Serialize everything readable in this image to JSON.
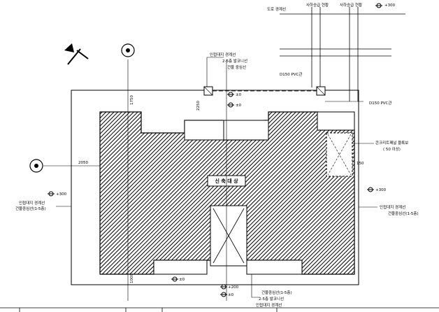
{
  "labels": {
    "top_right_1": "도로 경계선",
    "top_right_2": "사하승급 현황",
    "top_right_3": "사하승급 현황",
    "top_right_level": "+300",
    "boundary_note_1": "인접대지 경계선",
    "boundary_note_2": "2-5층 발코니선",
    "boundary_note_3": "건물 중심선",
    "pipe_label_1": "D150 PVC관",
    "pipe_label_2": "D150 PVC관",
    "level_a": "±0",
    "level_b": "±0",
    "dim_v_top": "1750",
    "dim_v_mid": "2250",
    "dim_h_left": "2050",
    "dim_v_bottom": "1000",
    "dim_right": "150",
    "right_note_1": "콘크리트패널 블록보",
    "right_note_2": "( 50 이상)",
    "right_level": "+300",
    "right_note_3": "인접대지 경계선",
    "right_note_4": "건물중심선(1-5층)",
    "left_level": "+300",
    "left_note_1": "인접대지 경계선",
    "left_note_2": "건물중심선(1-5층)",
    "building_title": "신 축 대 상",
    "bottom_level_1": "±0",
    "bottom_level_2": "+200",
    "bottom_level_3": "±0",
    "bottom_note_1": "건물중심선(1-5층)",
    "bottom_note_2": "2-5층 발코니선",
    "bottom_note_3": "인접대지 경계선"
  }
}
